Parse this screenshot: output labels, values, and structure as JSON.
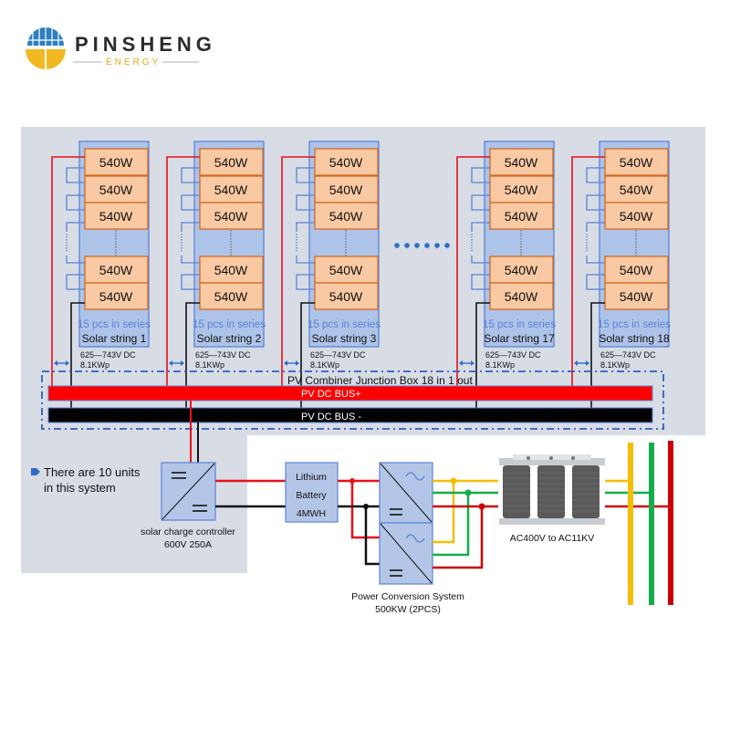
{
  "brand": {
    "name": "PINSHENG",
    "subtitle": "ENERGY",
    "logo_icon": "solar-sun-logo-icon",
    "colors": {
      "blue": "#2b7fc1",
      "yellow": "#f2b822",
      "text": "#2b2b2b"
    }
  },
  "strings": [
    {
      "label": "Solar string 1",
      "series": "15 pcs in series",
      "voltage": "625—743V DC",
      "power": "8.1KWp",
      "panels": [
        "540W",
        "540W",
        "540W",
        "540W",
        "540W"
      ]
    },
    {
      "label": "Solar string 2",
      "series": "15 pcs in series",
      "voltage": "625—743V DC",
      "power": "8.1KWp",
      "panels": [
        "540W",
        "540W",
        "540W",
        "540W",
        "540W"
      ]
    },
    {
      "label": "Solar string 3",
      "series": "15 pcs in series",
      "voltage": "625—743V DC",
      "power": "8.1KWp",
      "panels": [
        "540W",
        "540W",
        "540W",
        "540W",
        "540W"
      ]
    },
    {
      "label": "Solar string 17",
      "series": "15 pcs in series",
      "voltage": "625—743V DC",
      "power": "8.1KWp",
      "panels": [
        "540W",
        "540W",
        "540W",
        "540W",
        "540W"
      ]
    },
    {
      "label": "Solar string 18",
      "series": "15 pcs in series",
      "voltage": "625—743V DC",
      "power": "8.1KWp",
      "panels": [
        "540W",
        "540W",
        "540W",
        "540W",
        "540W"
      ]
    }
  ],
  "ellipsis_icon": "more-strings-dots-icon",
  "combiner": {
    "title": "PV Combiner Junction Box 18 in 1 out",
    "bus_positive": "PV DC BUS+",
    "bus_negative": "PV DC BUS -"
  },
  "note": {
    "line1": "There are 10 units",
    "line2": "in this system",
    "bullet_icon": "bullet-tag-icon"
  },
  "controller": {
    "line1": "solar charge controller",
    "line2": "600V 250A",
    "icon": "dc-dc-converter-icon"
  },
  "battery": {
    "line1": "Lithium",
    "line2": "Battery",
    "line3": "4MWH"
  },
  "pcs": {
    "line1": "Power Conversion System",
    "line2": "500KW   (2PCS)",
    "icon": "dc-ac-inverter-icon"
  },
  "transformer": {
    "label": "AC400V to AC11KV",
    "icon": "transformer-icon"
  },
  "colors": {
    "background_panel": "#d7dce5",
    "module_fill": "#f8c9a3",
    "module_border": "#d46a22",
    "string_frame": "#aec3e8",
    "string_border": "#5b83d6",
    "wire_positive": "#e8101a",
    "wire_negative": "#111111",
    "phase_yellow": "#f5bd00",
    "phase_green": "#14ad4b",
    "phase_red": "#cc0000",
    "device_fill": "#b4c6e7",
    "device_border": "#5b83d6"
  }
}
